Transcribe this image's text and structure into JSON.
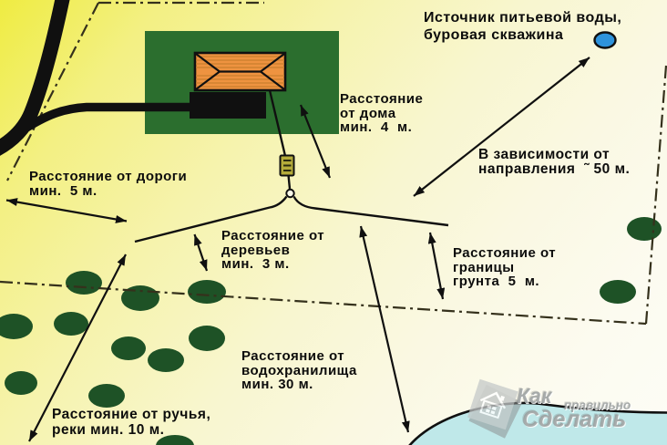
{
  "labels": {
    "well_source": {
      "lines": [
        "Источник питьевой воды,",
        "буровая скважина"
      ]
    },
    "house": {
      "lines": [
        "Расстояние",
        "от дома",
        "мин.  4  м."
      ]
    },
    "road": {
      "lines": [
        "Расстояние от дороги",
        "мин.  5 м."
      ]
    },
    "direction": {
      "lines": [
        "В зависимости от",
        "направления  ˜ 50 м."
      ]
    },
    "trees": {
      "lines": [
        "Расстояние от",
        "деревьев",
        "мин.  3 м."
      ]
    },
    "border": {
      "lines": [
        "Расстояние от",
        "границы",
        "грунта  5  м."
      ]
    },
    "reservoir": {
      "lines": [
        "Расстояние от",
        "водохранилища",
        "мин. 30 м."
      ]
    },
    "river": {
      "lines": [
        "Расстояние от ручья,",
        "реки мин. 10 м."
      ]
    }
  },
  "watermark": {
    "word1": "Как",
    "word2": "правильно",
    "word3": "Сделать"
  },
  "colors": {
    "plot_green": "#2b6e2e",
    "tree_green": "#1e5226",
    "roof_orange": "#ee9340",
    "roof_stripe": "#c97f2e",
    "structure_black": "#101010",
    "water_blue": "#bfe8e9",
    "well_blue": "#2e93dc",
    "device_yellow": "#b4ab3a",
    "boundary_dash": "#35311c",
    "text_black": "#0c0c0c"
  }
}
